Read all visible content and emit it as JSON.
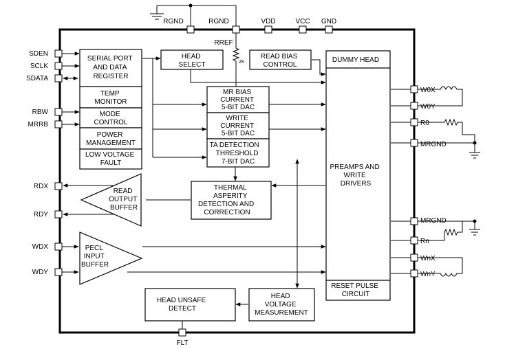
{
  "pins_top": {
    "rgnd_1": "RGND",
    "rgnd_2": "RGND",
    "vdd": "VDD",
    "vcc": "VCC",
    "gnd": "GND"
  },
  "pins_left": {
    "sden": "SDEN",
    "sclk": "SCLK",
    "sdata": "SDATA",
    "rbw": "RBW",
    "mrrb": "MRRB",
    "rdx": "RDX",
    "rdy": "RDY",
    "wdx": "WDX",
    "wdy": "WDY"
  },
  "pins_right": {
    "w0x": "W0X",
    "w0y": "W0Y",
    "r0": "R0",
    "mrgnd_1": "MRGND",
    "mrgnd_2": "MRGND",
    "rn": "Rn",
    "wnx": "WnX",
    "wny": "WnY"
  },
  "pin_bottom": {
    "flt": "FLT"
  },
  "rref": {
    "label": "RREF",
    "value": "2K"
  },
  "blocks": {
    "serial_port": [
      "SERIAL PORT",
      "AND DATA",
      "REGISTER"
    ],
    "temp_monitor": [
      "TEMP",
      "MONITOR"
    ],
    "mode_control": [
      "MODE",
      "CONTROL"
    ],
    "power_management": [
      "POWER",
      "MANAGEMENT"
    ],
    "low_voltage_fault": [
      "LOW VOLTAGE",
      "FAULT"
    ],
    "head_select": [
      "HEAD",
      "SELECT"
    ],
    "read_bias_control": [
      "READ BIAS",
      "CONTROL"
    ],
    "mr_bias_dac": [
      "MR BIAS",
      "CURRENT",
      "5-BIT DAC"
    ],
    "write_current_dac": [
      "WRITE",
      "CURRENT",
      "5-BIT DAC"
    ],
    "ta_threshold_dac": [
      "TA DETECTION",
      "THRESHOLD",
      "7-BIT DAC"
    ],
    "thermal_asperity": [
      "THERMAL",
      "ASPERITY",
      "DETECTION AND",
      "CORRECTION"
    ],
    "read_output_buffer": [
      "READ",
      "OUTPUT",
      "BUFFER"
    ],
    "pecl_input_buffer": [
      "PECL",
      "INPUT",
      "BUFFER"
    ],
    "dummy_head": [
      "DUMMY HEAD"
    ],
    "preamps_write_drivers": [
      "PREAMPS AND",
      "WRITE",
      "DRIVERS"
    ],
    "reset_pulse_circuit": [
      "RESET PULSE",
      "CIRCUIT"
    ],
    "head_unsafe_detect": [
      "HEAD UNSAFE",
      "DETECT"
    ],
    "head_voltage_measurement": [
      "HEAD",
      "VOLTAGE",
      "MEASUREMENT"
    ]
  }
}
